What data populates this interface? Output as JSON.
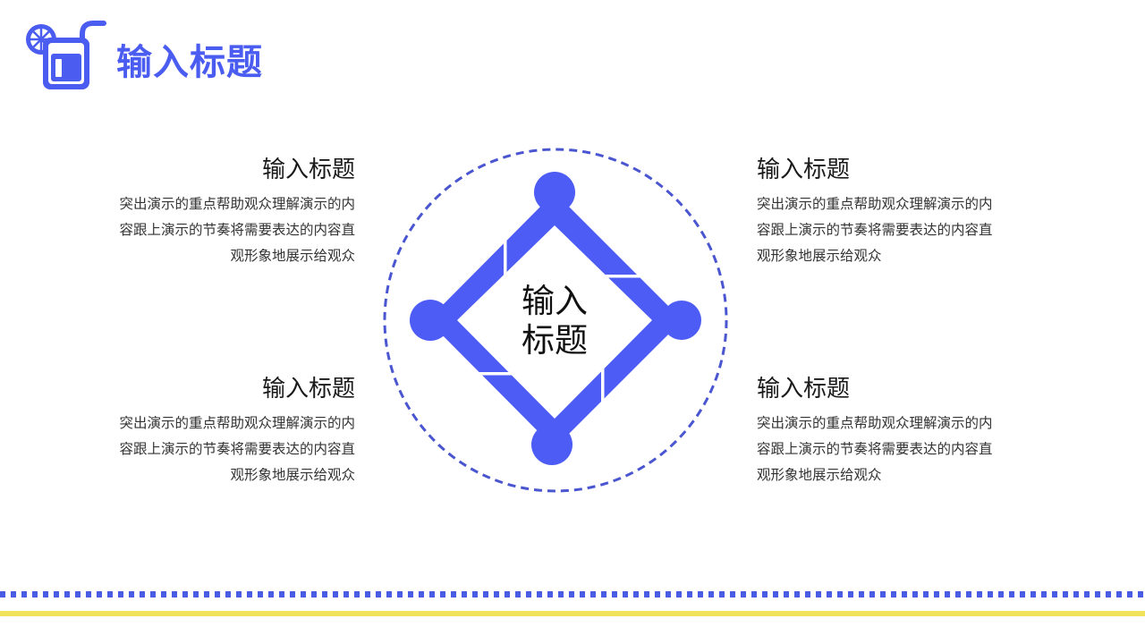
{
  "header": {
    "title": "输入标题",
    "logo_icon": "drink-glass-with-lemon-icon"
  },
  "center": {
    "title_line1": "输入",
    "title_line2": "标题"
  },
  "blocks": [
    {
      "position": "top-left",
      "title": "输入标题",
      "lines": [
        "突出演示的重点帮助观众理解演示的内",
        "容跟上演示的节奏将需要表达的内容直",
        "观形象地展示给观众"
      ]
    },
    {
      "position": "top-right",
      "title": "输入标题",
      "lines": [
        "突出演示的重点帮助观众理解演示的内",
        "容跟上演示的节奏将需要表达的内容直",
        "观形象地展示给观众"
      ]
    },
    {
      "position": "bottom-left",
      "title": "输入标题",
      "lines": [
        "突出演示的重点帮助观众理解演示的内",
        "容跟上演示的节奏将需要表达的内容直",
        "观形象地展示给观众"
      ]
    },
    {
      "position": "bottom-right",
      "title": "输入标题",
      "lines": [
        "突出演示的重点帮助观众理解演示的内",
        "容跟上演示的节奏将需要表达的内容直",
        "观形象地展示给观众"
      ]
    }
  ],
  "colors": {
    "accent": "#4b5cf0",
    "diamond": "#4c5cf4",
    "dashed_circle": "#4a55d0",
    "dots": "#4b5ce4",
    "yellow": "#f0e25c"
  }
}
